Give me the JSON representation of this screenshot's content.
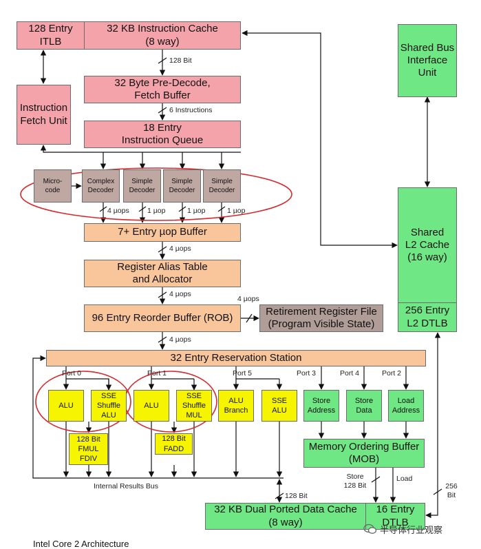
{
  "blocks": {
    "itlb": "128 Entry\nITLB",
    "icache": "32 KB Instruction Cache\n(8 way)",
    "predecode": "32 Byte Pre-Decode,\nFetch Buffer",
    "fetch_unit": "Instruction\nFetch Unit",
    "instr_queue": "18 Entry\nInstruction Queue",
    "microcode": "Micro-\ncode",
    "complex_decoder": "Complex\nDecoder",
    "simple_decoder_1": "Simple\nDecoder",
    "simple_decoder_2": "Simple\nDecoder",
    "simple_decoder_3": "Simple\nDecoder",
    "uop_buffer": "7+ Entry µop Buffer",
    "rat": "Register Alias Table\nand Allocator",
    "rob": "96 Entry Reorder Buffer (ROB)",
    "retirement": "Retirement Register File\n(Program Visible State)",
    "rs": "32 Entry Reservation Station",
    "alu_p0": "ALU",
    "sse_shuffle_alu": "SSE\nShuffle\nALU",
    "alu_p1": "ALU",
    "sse_shuffle_mul": "SSE\nShuffle\nMUL",
    "alu_branch": "ALU\nBranch",
    "sse_alu": "SSE\nALU",
    "store_address": "Store\nAddress",
    "store_data": "Store\nData",
    "load_address": "Load\nAddress",
    "fmul_fdiv": "128 Bit\nFMUL\nFDIV",
    "fadd": "128 Bit\nFADD",
    "mob": "Memory Ordering Buffer\n(MOB)",
    "dcache": "32 KB Dual Ported Data Cache\n(8 way)",
    "dtlb": "16 Entry\nDTLB",
    "shared_bus": "Shared Bus\nInterface\nUnit",
    "l2_cache": "Shared\nL2 Cache\n(16 way)",
    "l2_dtlb": "256 Entry\nL2 DTLB"
  },
  "labels": {
    "bus_128_icache": "128 Bit",
    "six_instructions": "6 Instructions",
    "four_uops_decoder": "4 µops",
    "one_uop_a": "1 µop",
    "one_uop_b": "1 µop",
    "one_uop_c": "1 µop",
    "four_uops_buffer": "4 µops",
    "four_uops_rat": "4 µops",
    "four_uops_retire": "4 µops",
    "four_uops_rob": "4 µops",
    "port0": "Port 0",
    "port1": "Port 1",
    "port5": "Port 5",
    "port3": "Port 3",
    "port4": "Port 4",
    "port2": "Port 2",
    "internal_results_bus": "Internal Results Bus",
    "bus_128_dcache": "128 Bit",
    "store_128": "Store\n128 Bit",
    "load": "Load",
    "bus_256": "256\nBit"
  },
  "caption": "Intel Core 2 Architecture",
  "watermark": "半导体行业观察",
  "colors": {
    "frontend": "#f4a3ab",
    "decoder": "#bfa7a2",
    "ooo": "#f9c59a",
    "memory": "#6fe784",
    "execution": "#f7f400",
    "retirement": "#b19d97",
    "highlight_ellipse": "#d8262b"
  }
}
